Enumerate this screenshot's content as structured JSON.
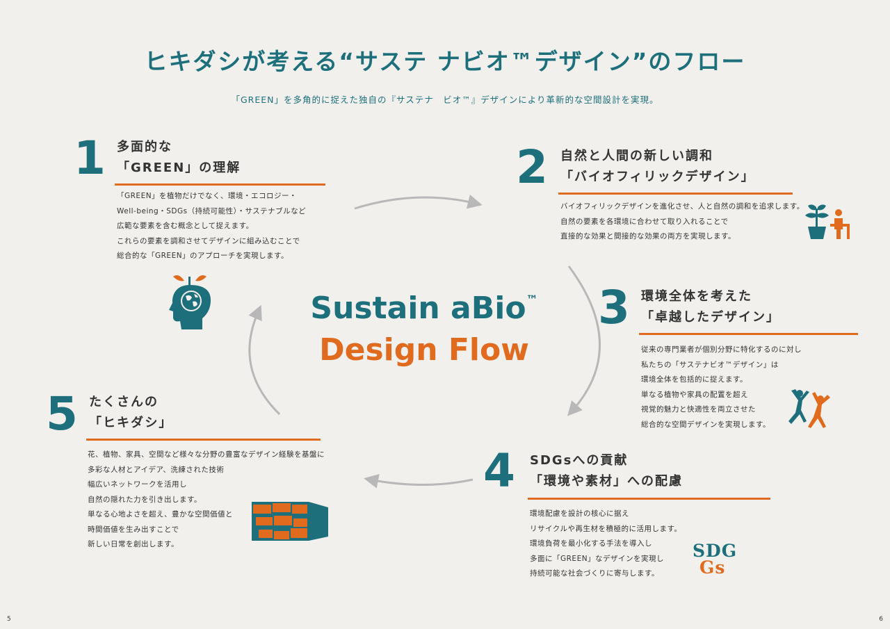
{
  "title": "ヒキダシが考える“サステ ナビオ™デザイン”のフロー",
  "subtitle": "「GREEN」を多角的に捉えた独自の『サステナ　ビオ™』デザインにより革新的な空間設計を実現。",
  "center": {
    "line1": "Sustain aBio",
    "tm": "™",
    "line2": "Design Flow"
  },
  "steps": [
    {
      "number": "1",
      "heading1": "多面的な",
      "heading2": "「GREEN」の理解",
      "body": [
        "「GREEN」を植物だけでなく、環境・エコロジー・",
        "Well-being・SDGs（持続可能性）・サステナブルなど",
        "広範な要素を含む概念として捉えます。",
        "これらの要素を調和させてデザインに組み込むことで",
        "総合的な「GREEN」のアプローチを実現します。"
      ]
    },
    {
      "number": "2",
      "heading1": "自然と人間の新しい調和",
      "heading2": "「バイオフィリックデザイン」",
      "body": [
        "バイオフィリックデザインを進化させ、人と自然の調和を追求します。",
        "自然の要素を各環境に合わせて取り入れることで",
        "直接的な効果と間接的な効果の両方を実現します。"
      ]
    },
    {
      "number": "3",
      "heading1": "環境全体を考えた",
      "heading2": "「卓越したデザイン」",
      "body": [
        "従来の専門業者が個別分野に特化するのに対し",
        "私たちの「サステナビオ™デザイン」は",
        "環境全体を包括的に捉えます。",
        "単なる植物や家具の配置を超え",
        "視覚的魅力と快適性を両立させた",
        "総合的な空間デザインを実現します。"
      ]
    },
    {
      "number": "4",
      "heading1": "SDGsへの貢献",
      "heading2": "「環境や素材」への配慮",
      "body": [
        "環境配慮を設計の核心に据え",
        "リサイクルや再生材を積極的に活用します。",
        "環境負荷を最小化する手法を導入し",
        "多面に「GREEN」なデザインを実現し",
        "持続可能な社会づくりに寄与します。"
      ]
    },
    {
      "number": "5",
      "heading1": "たくさんの",
      "heading2": "「ヒキダシ」",
      "body": [
        "花、植物、家具、空間など様々な分野の豊富なデザイン経験を基盤に",
        "多彩な人材とアイデア、洗練された技術",
        "幅広いネットワークを活用し",
        "自然の隠れた力を引き出します。",
        "単なる心地よさを超え、豊かな空間価値と",
        "時間価値を生み出すことで",
        "新しい日常を創出します。"
      ]
    }
  ],
  "sdgs_logo": {
    "row1": "SDG",
    "row2": "Gs"
  },
  "page_left": "5",
  "page_right": "6",
  "colors": {
    "teal": "#1d6f7c",
    "orange": "#e06b1f",
    "background": "#f1f0ec",
    "arrow": "#b8b8b8"
  }
}
